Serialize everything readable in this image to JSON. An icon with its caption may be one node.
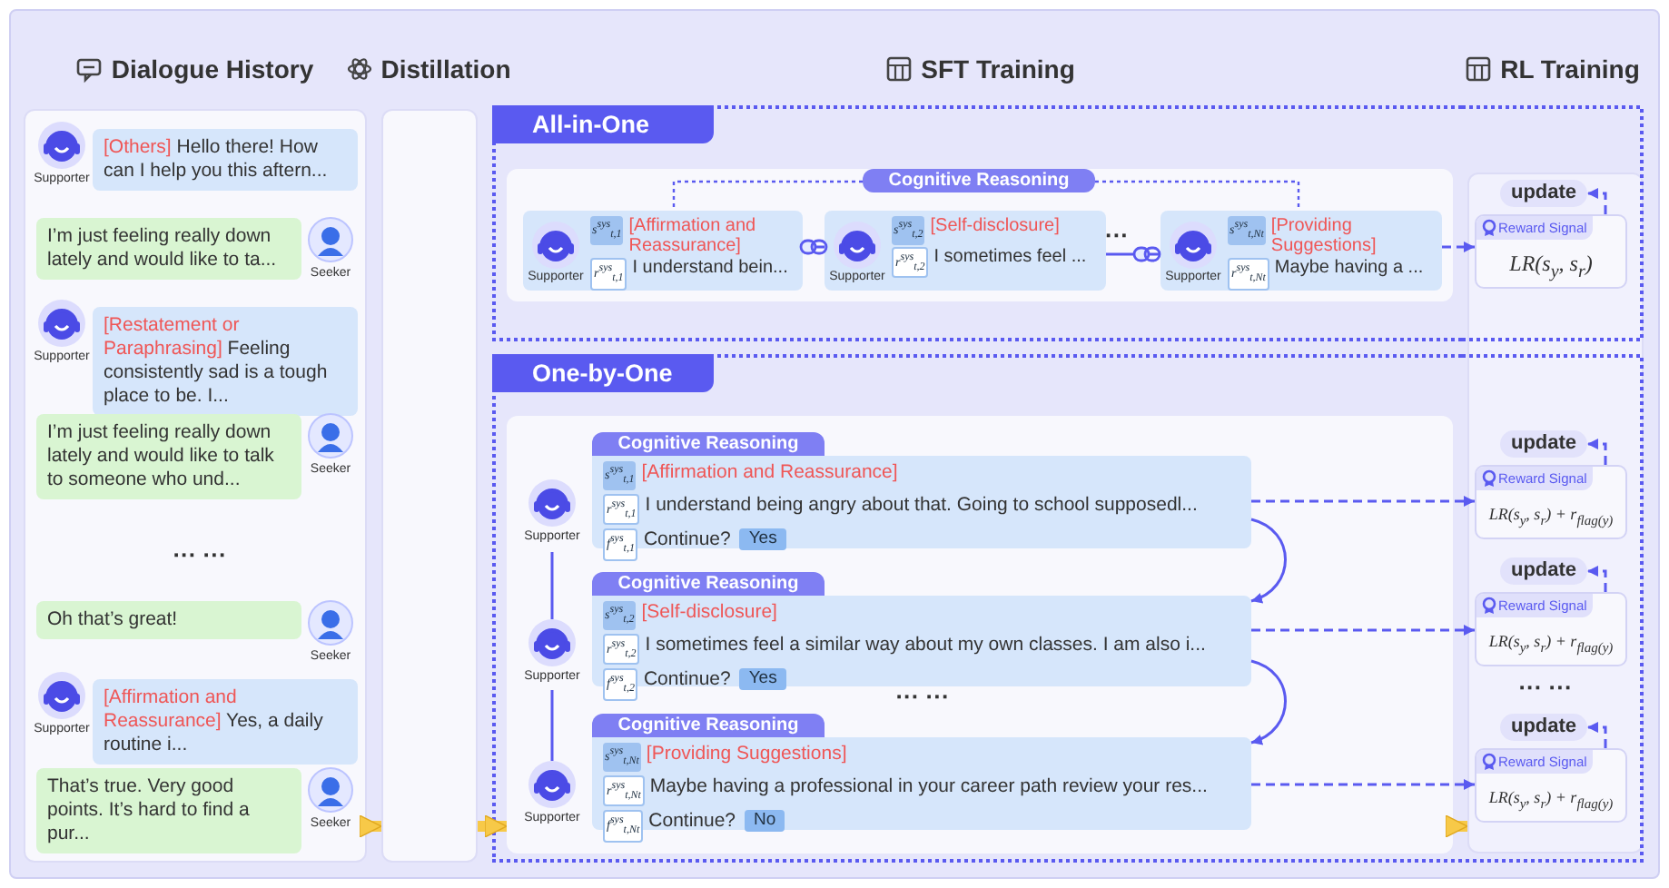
{
  "diagram": {
    "nodes": [
      {
        "text": [
          "Dialogue History"
        ]
      },
      {
        "text": [
          "[Others]",
          "Hello there! How can I help you this aftern..."
        ],
        "in": 0,
        "beside": [
          "Supporter"
        ]
      },
      {
        "text": [
          "I’m just feeling really down lately and would like to ta..."
        ],
        "in": 0,
        "beside": [
          "Seeker"
        ]
      },
      {
        "text": [
          "[Restatement or Paraphrasing]",
          "Feeling consistently sad is a tough place to be. I..."
        ],
        "in": 0,
        "beside": [
          "Supporter"
        ]
      },
      {
        "text": [
          "I’m just feeling really down lately and would like to talk to someone who und..."
        ],
        "in": 0,
        "beside": [
          "Seeker"
        ]
      },
      {
        "text": [
          "Oh that’s great!"
        ],
        "in": 0,
        "beside": [
          "Seeker"
        ]
      },
      {
        "text": [
          "[Affirmation and Reassurance]",
          "Yes, a daily routine i..."
        ],
        "in": 0,
        "beside": [
          "Supporter"
        ]
      },
      {
        "text": [
          "That’s true. Very good points. It’s hard to find a pur..."
        ],
        "in": 0,
        "beside": [
          "Seeker"
        ]
      },
      {
        "text": [
          "Distillation"
        ]
      },
      {
        "text": [
          "All-in-One"
        ]
      },
      {
        "text": [
          "Supporter",
          "s$^{sys}$$_{t,1}$",
          "[Affirmation and Reassurance]",
          "r$^{sys}$$_{t,1}$",
          "I understand bein..."
        ],
        "in": 9
      },
      {
        "text": [
          "Supporter",
          "s$^{sys}$$_{t,2}$",
          "[Self-disclosure]",
          "r$^{sys}$$_{t,2}$",
          "I sometimes feel ..."
        ],
        "in": 9
      },
      {
        "text": [
          "Supporter",
          "s$^{sys}$$_{t,Nt}$",
          "[Providing Suggestions]",
          "r$^{sys}$$_{t,Nt}$",
          "Maybe having a ..."
        ],
        "in": 9
      },
      {
        "text": [
          "One-by-One"
        ]
      },
      {
        "text": [
          "Cognitive Reasoning",
          "s$^{sys}$$_{t,1}$",
          "[Affirmation and Reassurance]",
          "r$^{sys}$$_{t,1}$",
          "I understand being angry about that. Going to school supposedl...",
          "f$^{sys}$$_{t,1}$",
          "Continue?",
          "Yes"
        ],
        "in": 13,
        "beside": [
          "Supporter"
        ]
      },
      {
        "text": [
          "Cognitive Reasoning",
          "s$^{sys}$$_{t,2}$",
          "[Self-disclosure]",
          "r$^{sys}$$_{t,2}$",
          "I sometimes feel a similar way about my own classes. I am also i...",
          "f$^{sys}$$_{t,2}$",
          "Continue?",
          "Yes"
        ],
        "in": 13,
        "beside": [
          "Supporter"
        ]
      },
      {
        "text": [
          "Cognitive Reasoning",
          "s$^{sys}$$_{t,Nt}$",
          "[Providing Suggestions]",
          "r$^{sys}$$_{t,Nt}$",
          "Maybe having a professional in your career path review your res...",
          "f$^{sys}$$_{t,Nt}$",
          "Continue?",
          "No"
        ],
        "in": 13,
        "beside": [
          "Supporter"
        ]
      },
      {
        "text": [
          "RL Training"
        ]
      },
      {
        "text": [
          "update"
        ],
        "in": 17
      },
      {
        "text": [
          "Reward Signal",
          "LR(s$_{y}$, s$_{r}$)"
        ],
        "in": 17
      },
      {
        "text": [
          "update"
        ],
        "in": 17
      },
      {
        "text": [
          "Reward Signal",
          "LR(s$_{y}$, s$_{r}$) + r$_{flag(y)}$"
        ],
        "in": 17
      },
      {
        "text": [
          "update"
        ],
        "in": 17
      },
      {
        "text": [
          "Reward Signal",
          "LR(s$_{y}$, s$_{r}$) + r$_{flag(y)}$"
        ],
        "in": 17
      },
      {
        "text": [
          "update"
        ],
        "in": 17
      },
      {
        "text": [
          "Reward Signal",
          "LR(s$_{y}$, s$_{r}$) + r$_{flag(y)}$"
        ],
        "in": 17
      }
    ],
    "edges": [
      {
        "from": 0,
        "to": 8,
        "arrow": "to",
        "style": "thick",
        "color": "#f7c948"
      },
      {
        "from": 8,
        "to": 13,
        "arrow": "to",
        "style": "thick",
        "color": "#f7c948"
      },
      {
        "from": 13,
        "to": 17,
        "arrow": "to",
        "style": "thick",
        "color": "#f7c948"
      },
      {
        "from": 10,
        "to": 11,
        "arrow": "other"
      },
      {
        "from": 11,
        "to": 12,
        "arrow": "other"
      },
      {
        "from": 12,
        "to": 19,
        "arrow": "to",
        "style": "dashed"
      },
      {
        "from": 19,
        "to": 18,
        "arrow": "to",
        "style": "dashed"
      },
      {
        "from": 14,
        "to": 15,
        "arrow": "to"
      },
      {
        "from": 15,
        "to": 16,
        "arrow": "to"
      },
      {
        "from": 14,
        "to": 21,
        "arrow": "to",
        "style": "dashed"
      },
      {
        "from": 15,
        "to": 23,
        "arrow": "to",
        "style": "dashed"
      },
      {
        "from": 16,
        "to": 25,
        "arrow": "to",
        "style": "dashed"
      },
      {
        "from": 21,
        "to": 20,
        "arrow": "to",
        "style": "dashed"
      },
      {
        "from": 23,
        "to": 22,
        "arrow": "to",
        "style": "dashed"
      },
      {
        "from": 25,
        "to": 24,
        "arrow": "to",
        "style": "dashed"
      },
      {
        "from": 14,
        "to": 15,
        "arrow": "none"
      },
      {
        "from": 15,
        "to": 16,
        "arrow": "none"
      }
    ],
    "labels": [
      "SFT Training",
      "Cognitive Reasoning",
      "··· ···",
      "···",
      "··· ···",
      "··· ···"
    ]
  }
}
